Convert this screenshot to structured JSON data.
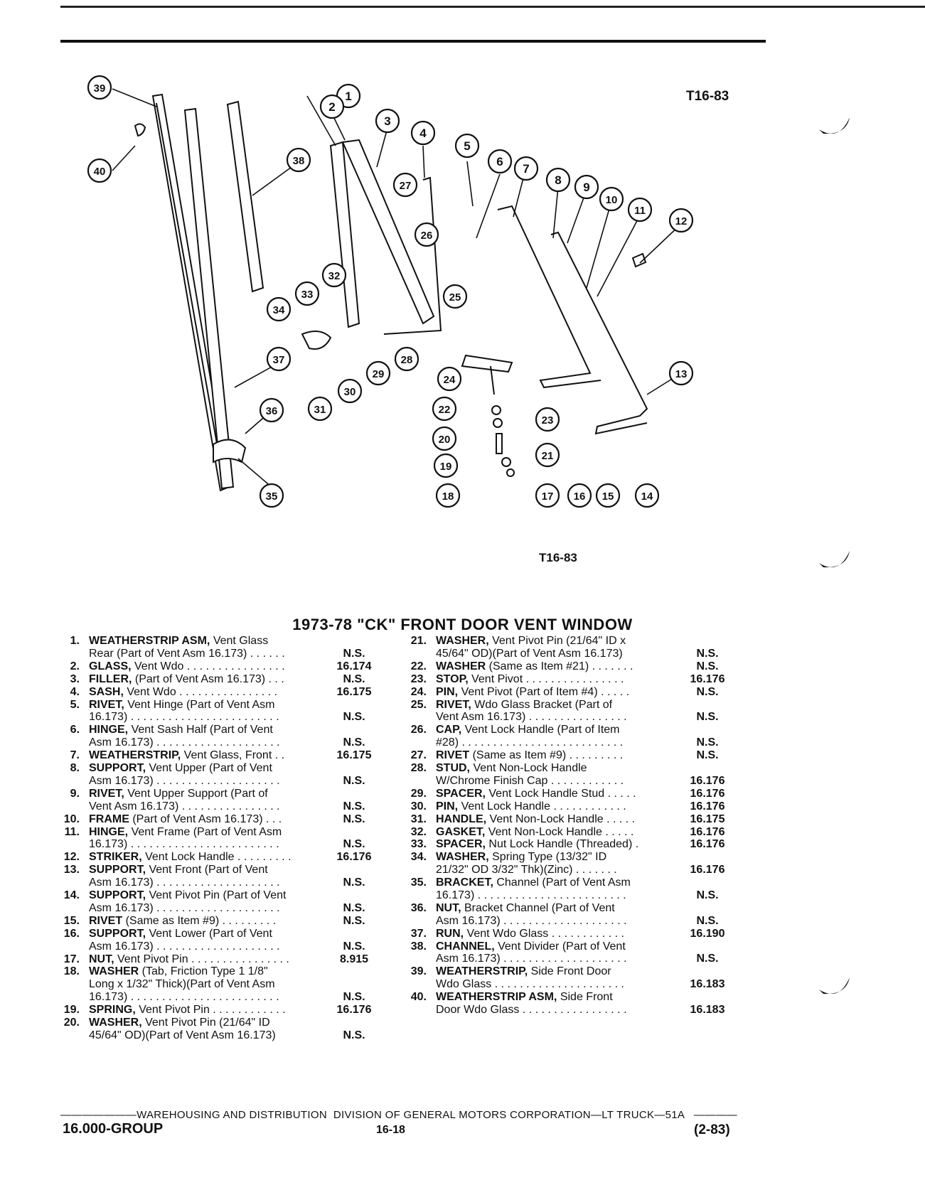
{
  "figure_code_top": "T16-83",
  "figure_code_bottom": "T16-83",
  "title": "1973-78 \"CK\" FRONT DOOR VENT WINDOW",
  "callouts": [
    "1",
    "2",
    "3",
    "4",
    "5",
    "6",
    "7",
    "8",
    "9",
    "10",
    "11",
    "12",
    "13",
    "14",
    "15",
    "16",
    "17",
    "18",
    "19",
    "20",
    "21",
    "22",
    "23",
    "24",
    "25",
    "26",
    "27",
    "28",
    "29",
    "30",
    "31",
    "32",
    "33",
    "34",
    "35",
    "36",
    "37",
    "38",
    "39",
    "40"
  ],
  "left_items": [
    {
      "num": "1.",
      "name": "WEATHERSTRIP ASM,",
      "lines": [
        " Vent Glass",
        "Rear (Part of Vent Asm 16.173) . . . . . ."
      ],
      "ref": "N.S."
    },
    {
      "num": "2.",
      "name": "GLASS,",
      "lines": [
        " Vent Wdo . . . . . . . . . . . . . . . ."
      ],
      "ref": "16.174"
    },
    {
      "num": "3.",
      "name": "FILLER,",
      "lines": [
        " (Part of Vent Asm 16.173) . . ."
      ],
      "ref": "N.S."
    },
    {
      "num": "4.",
      "name": "SASH,",
      "lines": [
        " Vent Wdo . . . . . . . . . . . . . . . ."
      ],
      "ref": "16.175"
    },
    {
      "num": "5.",
      "name": "RIVET,",
      "lines": [
        " Vent Hinge (Part of Vent Asm",
        "16.173) . . . . . . . . . . . . . . . . . . . . . . . ."
      ],
      "ref": "N.S."
    },
    {
      "num": "6.",
      "name": "HINGE,",
      "lines": [
        " Vent Sash Half (Part of Vent",
        "Asm 16.173) . . . . . . . . . . . . . . . . . . . ."
      ],
      "ref": "N.S."
    },
    {
      "num": "7.",
      "name": "WEATHERSTRIP,",
      "lines": [
        " Vent Glass, Front . ."
      ],
      "ref": "16.175"
    },
    {
      "num": "8.",
      "name": "SUPPORT,",
      "lines": [
        " Vent Upper (Part of Vent",
        "Asm 16.173) . . . . . . . . . . . . . . . . . . . ."
      ],
      "ref": "N.S."
    },
    {
      "num": "9.",
      "name": "RIVET,",
      "lines": [
        " Vent Upper Support (Part of",
        "Vent Asm 16.173) . . . . . . . . . . . . . . . ."
      ],
      "ref": "N.S."
    },
    {
      "num": "10.",
      "name": "FRAME",
      "lines": [
        " (Part of Vent Asm 16.173) . . ."
      ],
      "ref": "N.S."
    },
    {
      "num": "11.",
      "name": "HINGE,",
      "lines": [
        " Vent Frame (Part of Vent Asm",
        "16.173) . . . . . . . . . . . . . . . . . . . . . . . ."
      ],
      "ref": "N.S."
    },
    {
      "num": "12.",
      "name": "STRIKER,",
      "lines": [
        " Vent Lock Handle . . . . . . . . ."
      ],
      "ref": "16.176"
    },
    {
      "num": "13.",
      "name": "SUPPORT,",
      "lines": [
        " Vent Front (Part of Vent",
        "Asm 16.173) . . . . . . . . . . . . . . . . . . . ."
      ],
      "ref": "N.S."
    },
    {
      "num": "14.",
      "name": "SUPPORT,",
      "lines": [
        " Vent Pivot Pin (Part of Vent",
        "Asm 16.173) . . . . . . . . . . . . . . . . . . . ."
      ],
      "ref": "N.S."
    },
    {
      "num": "15.",
      "name": "RIVET",
      "lines": [
        " (Same as Item #9) . . . . . . . . ."
      ],
      "ref": "N.S."
    },
    {
      "num": "16.",
      "name": "SUPPORT,",
      "lines": [
        " Vent Lower (Part of Vent",
        "Asm 16.173) . . . . . . . . . . . . . . . . . . . ."
      ],
      "ref": "N.S."
    },
    {
      "num": "17.",
      "name": "NUT,",
      "lines": [
        " Vent Pivot Pin . . . . . . . . . . . . . . . ."
      ],
      "ref": "8.915"
    },
    {
      "num": "18.",
      "name": "WASHER",
      "lines": [
        " (Tab, Friction Type 1 1/8\"",
        "Long x 1/32\" Thick)(Part of Vent Asm",
        "16.173) . . . . . . . . . . . . . . . . . . . . . . . ."
      ],
      "ref": "N.S."
    },
    {
      "num": "19.",
      "name": "SPRING,",
      "lines": [
        " Vent Pivot Pin . . . . . . . . . . . ."
      ],
      "ref": "16.176"
    },
    {
      "num": "20.",
      "name": "WASHER,",
      "lines": [
        " Vent Pivot Pin (21/64\" ID",
        "45/64\" OD)(Part of Vent Asm 16.173)"
      ],
      "ref": "N.S."
    }
  ],
  "right_items": [
    {
      "num": "21.",
      "name": "WASHER,",
      "lines": [
        " Vent Pivot Pin (21/64\" ID x",
        "45/64\" OD)(Part of Vent Asm 16.173)"
      ],
      "ref": "N.S."
    },
    {
      "num": "22.",
      "name": "WASHER",
      "lines": [
        " (Same as Item #21) . . . . . . ."
      ],
      "ref": "N.S."
    },
    {
      "num": "23.",
      "name": "STOP,",
      "lines": [
        " Vent Pivot . . . . . . . . . . . . . . . ."
      ],
      "ref": "16.176"
    },
    {
      "num": "24.",
      "name": "PIN,",
      "lines": [
        " Vent Pivot (Part of Item #4) . . . . ."
      ],
      "ref": "N.S."
    },
    {
      "num": "25.",
      "name": "RIVET,",
      "lines": [
        " Wdo Glass Bracket (Part of",
        "Vent Asm 16.173) . . . . . . . . . . . . . . . ."
      ],
      "ref": "N.S."
    },
    {
      "num": "26.",
      "name": "CAP,",
      "lines": [
        " Vent Lock Handle (Part of Item",
        "#28) . . . . . . . . . . . . . . . . . . . . . . . . . ."
      ],
      "ref": "N.S."
    },
    {
      "num": "27.",
      "name": "RIVET",
      "lines": [
        " (Same as Item #9) . . . . . . . . ."
      ],
      "ref": "N.S."
    },
    {
      "num": "28.",
      "name": "STUD,",
      "lines": [
        " Vent Non-Lock Handle",
        "W/Chrome Finish Cap . . . . . . . . . . . ."
      ],
      "ref": "16.176"
    },
    {
      "num": "29.",
      "name": "SPACER,",
      "lines": [
        " Vent Lock Handle Stud . . . . ."
      ],
      "ref": "16.176"
    },
    {
      "num": "30.",
      "name": "PIN,",
      "lines": [
        " Vent Lock Handle . . . . . . . . . . . ."
      ],
      "ref": "16.176"
    },
    {
      "num": "31.",
      "name": "HANDLE,",
      "lines": [
        " Vent Non-Lock Handle . . . . ."
      ],
      "ref": "16.175"
    },
    {
      "num": "32.",
      "name": "GASKET,",
      "lines": [
        " Vent Non-Lock Handle . . . . ."
      ],
      "ref": "16.176"
    },
    {
      "num": "33.",
      "name": "SPACER,",
      "lines": [
        " Nut Lock Handle (Threaded) ."
      ],
      "ref": "16.176"
    },
    {
      "num": "34.",
      "name": "WASHER,",
      "lines": [
        " Spring Type (13/32\" ID",
        "21/32\" OD 3/32\" Thk)(Zinc) . . . . . . ."
      ],
      "ref": "16.176"
    },
    {
      "num": "35.",
      "name": "BRACKET,",
      "lines": [
        " Channel (Part of Vent Asm",
        "16.173) . . . . . . . . . . . . . . . . . . . . . . . ."
      ],
      "ref": "N.S."
    },
    {
      "num": "36.",
      "name": "NUT,",
      "lines": [
        " Bracket Channel (Part of Vent",
        "Asm 16.173) . . . . . . . . . . . . . . . . . . . ."
      ],
      "ref": "N.S."
    },
    {
      "num": "37.",
      "name": "RUN,",
      "lines": [
        " Vent Wdo Glass . . . . . . . . . . . ."
      ],
      "ref": "16.190"
    },
    {
      "num": "38.",
      "name": "CHANNEL,",
      "lines": [
        " Vent Divider (Part of Vent",
        "Asm 16.173) . . . . . . . . . . . . . . . . . . . ."
      ],
      "ref": "N.S."
    },
    {
      "num": "39.",
      "name": "WEATHERSTRIP,",
      "lines": [
        " Side Front Door",
        "Wdo Glass . . . . . . . . . . . . . . . . . . . . ."
      ],
      "ref": "16.183"
    },
    {
      "num": "40.",
      "name": "WEATHERSTRIP ASM,",
      "lines": [
        " Side Front",
        "Door Wdo Glass . . . . . . . . . . . . . . . . ."
      ],
      "ref": "16.183"
    }
  ],
  "footer": {
    "line": "———————WAREHOUSING AND DISTRIBUTION  DIVISION OF GENERAL MOTORS CORPORATION—LT TRUCK—51A   ————",
    "group": "16.000-GROUP",
    "page": "16-18",
    "date": "(2-83)"
  }
}
